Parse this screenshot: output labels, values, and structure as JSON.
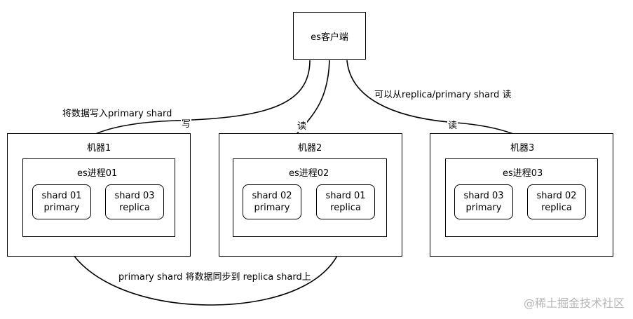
{
  "client": {
    "label": "es客户端"
  },
  "machines": [
    {
      "label": "机器1",
      "process": "es进程01",
      "shards": [
        {
          "line1": "shard 01",
          "line2": "primary"
        },
        {
          "line1": "shard 03",
          "line2": "replica"
        }
      ]
    },
    {
      "label": "机器2",
      "process": "es进程02",
      "shards": [
        {
          "line1": "shard 02",
          "line2": "primary"
        },
        {
          "line1": "shard 01",
          "line2": "replica"
        }
      ]
    },
    {
      "label": "机器3",
      "process": "es进程03",
      "shards": [
        {
          "line1": "shard 03",
          "line2": "primary"
        },
        {
          "line1": "shard 02",
          "line2": "replica"
        }
      ]
    }
  ],
  "edges": {
    "write_note": "将数据写入primary shard",
    "write": "写",
    "read": "读",
    "read_note": "可以从replica/primary shard 读",
    "sync": "primary shard 将数据同步到 replica shard上"
  },
  "watermark": "@稀土掘金技术社区"
}
